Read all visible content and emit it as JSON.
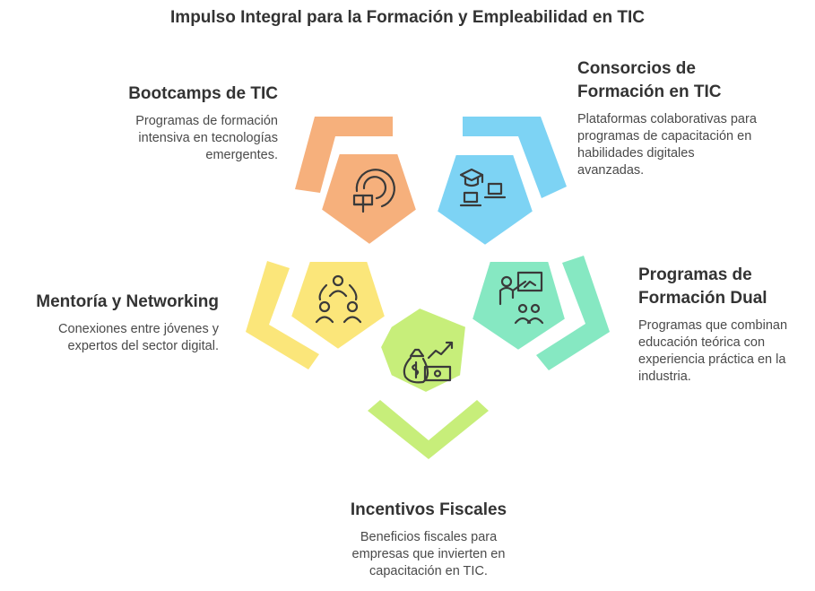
{
  "title": "Impulso Integral para la Formación y Empleabilidad en TIC",
  "colors": {
    "bootcamps": "#F6B07C",
    "consorcios": "#7DD3F4",
    "dual": "#86E8C2",
    "fiscales": "#C7EE7A",
    "mentoria": "#FBE67A",
    "stroke": "#3a3a3a"
  },
  "items": {
    "bootcamps": {
      "heading": "Bootcamps de TIC",
      "description": "Programas de formación\nintensiva en tecnologías\nemergentes.",
      "icon": "target-icon"
    },
    "consorcios": {
      "heading": "Consorcios de\nFormación en TIC",
      "description": "Plataformas colaborativas para\nprogramas de capacitación en\nhabilidades digitales\navanzadas.",
      "icon": "graduation-laptop-icon"
    },
    "dual": {
      "heading": "Programas de\nFormación Dual",
      "description": "Programas que combinan\neducación teórica con\nexperiencia práctica en la\nindustria.",
      "icon": "teacher-class-icon"
    },
    "fiscales": {
      "heading": "Incentivos Fiscales",
      "description": "Beneficios fiscales para\nempresas que invierten en\ncapacitación en TIC.",
      "icon": "money-growth-icon"
    },
    "mentoria": {
      "heading": "Mentoría y Networking",
      "description": "Conexiones entre jóvenes y\nexpertos del sector digital.",
      "icon": "network-people-icon"
    }
  }
}
